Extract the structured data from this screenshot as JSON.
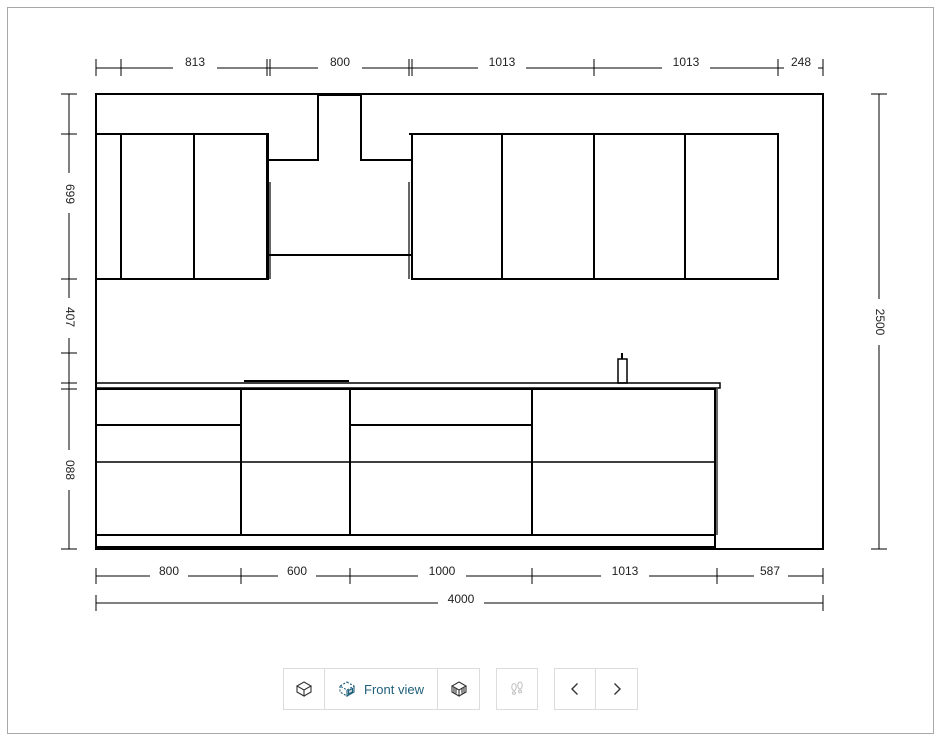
{
  "toolbar": {
    "front_view_label": "Front view",
    "buttons": [
      "3d-view-icon",
      "front-view-icon",
      "walls-view-icon",
      "footprints-icon",
      "chevron-left-icon",
      "chevron-right-icon"
    ]
  },
  "dimensions": {
    "top": [
      "813",
      "800",
      "1013",
      "1013",
      "248"
    ],
    "bottom": [
      "800",
      "600",
      "1000",
      "1013",
      "587"
    ],
    "total_width": "4000",
    "left": [
      "699",
      "407",
      "088"
    ],
    "height": "2500"
  }
}
